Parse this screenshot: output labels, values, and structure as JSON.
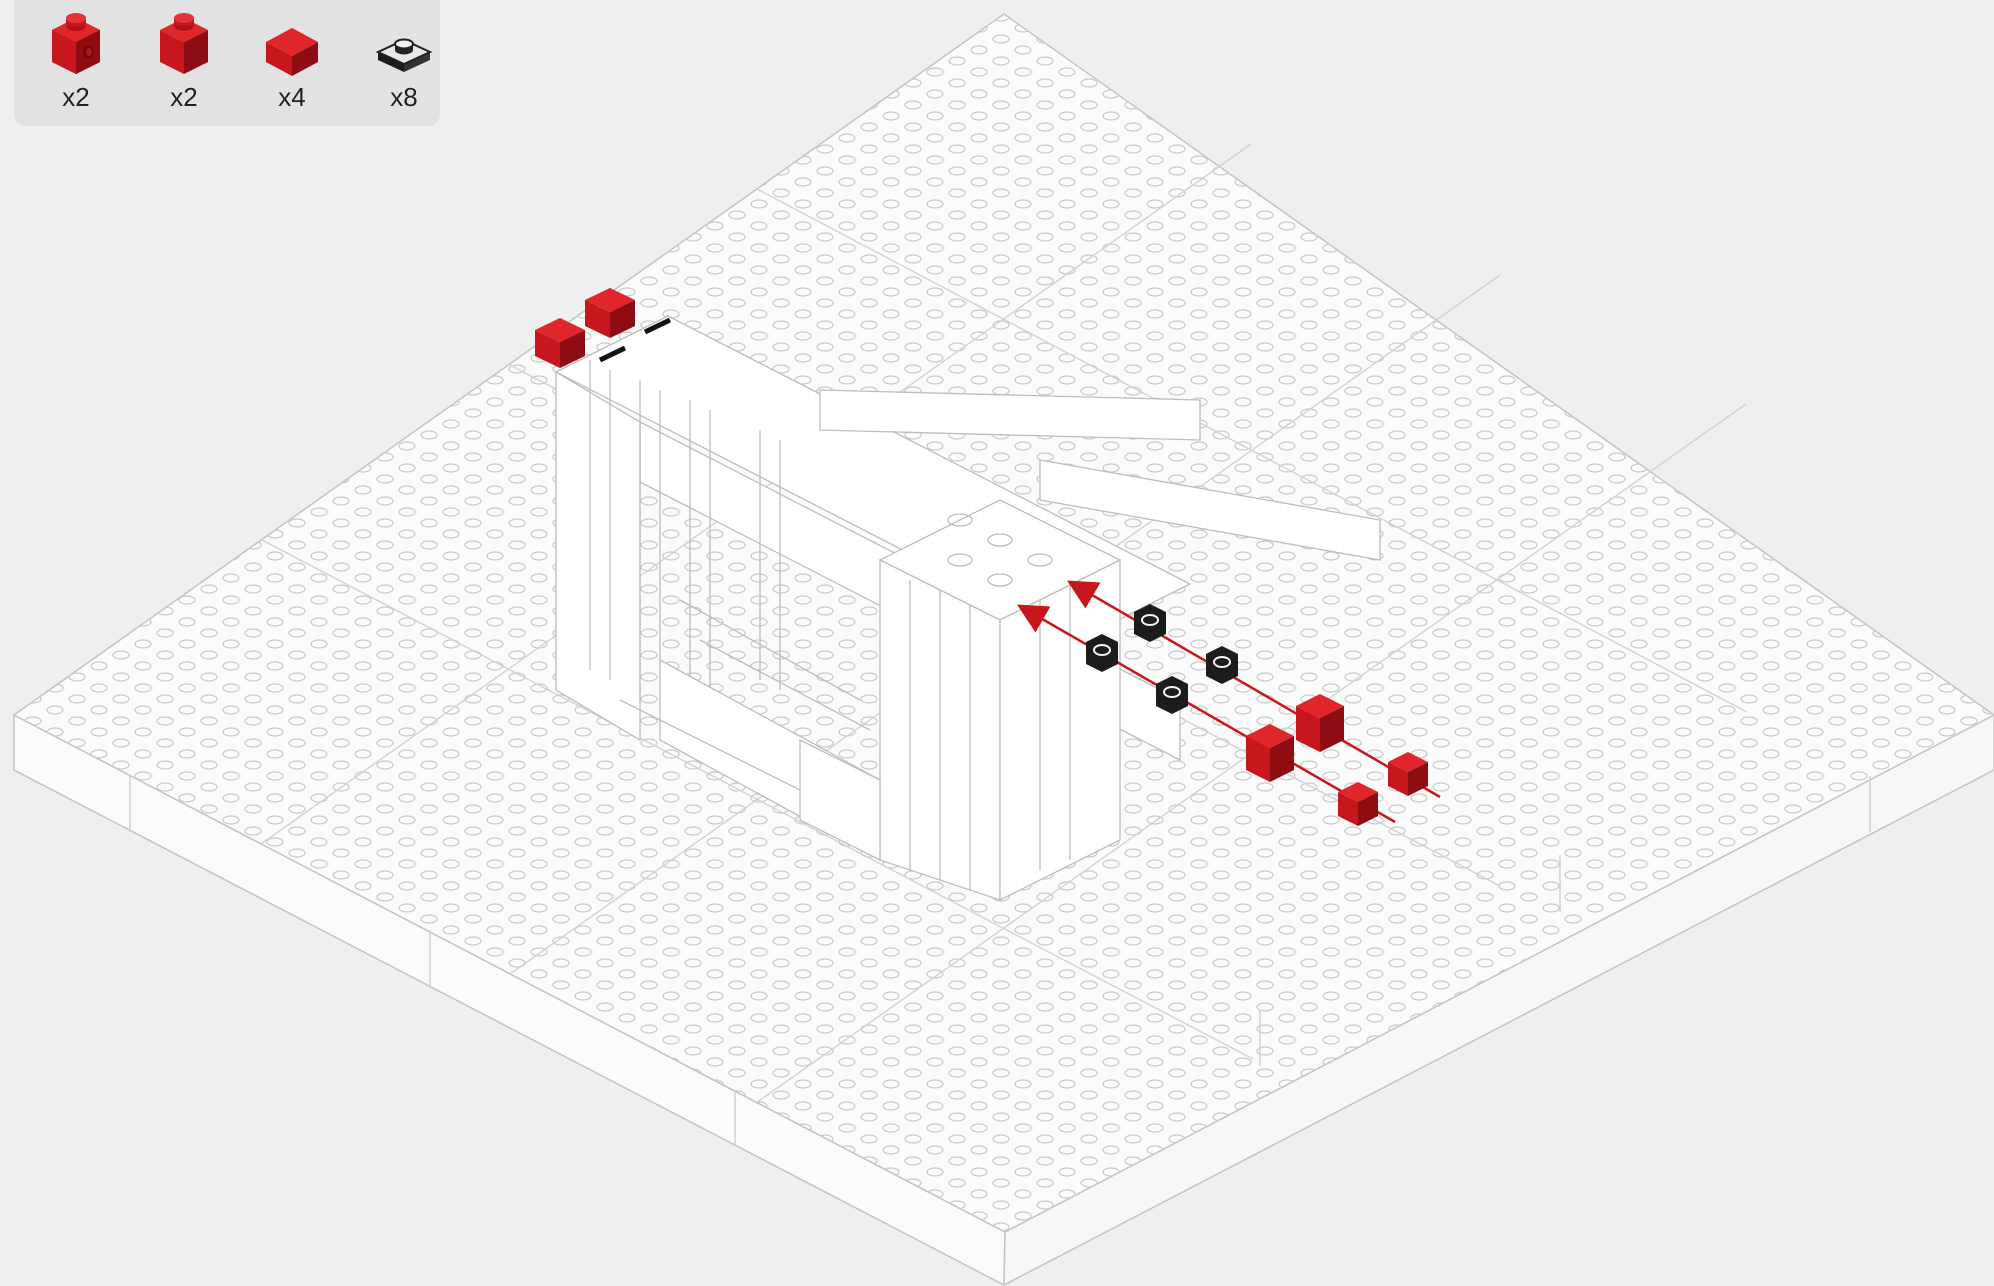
{
  "parts_list": [
    {
      "name": "red-brick-1x1-side-stud",
      "quantity": "x2",
      "color": "#c8161d"
    },
    {
      "name": "red-brick-1x1",
      "quantity": "x2",
      "color": "#c8161d"
    },
    {
      "name": "red-plate-1x1",
      "quantity": "x4",
      "color": "#d01f20"
    },
    {
      "name": "black-plate-1x1-top-stud",
      "quantity": "x8",
      "color": "#222222"
    }
  ],
  "colors": {
    "background": "#efefef",
    "panel": "#e2e2e2",
    "baseplate": "#fbfbfb",
    "outline": "#c4c4c4",
    "new_part_red": "#c8161d",
    "arrow_red": "#c8161d",
    "new_part_black": "#1c1c1c"
  }
}
